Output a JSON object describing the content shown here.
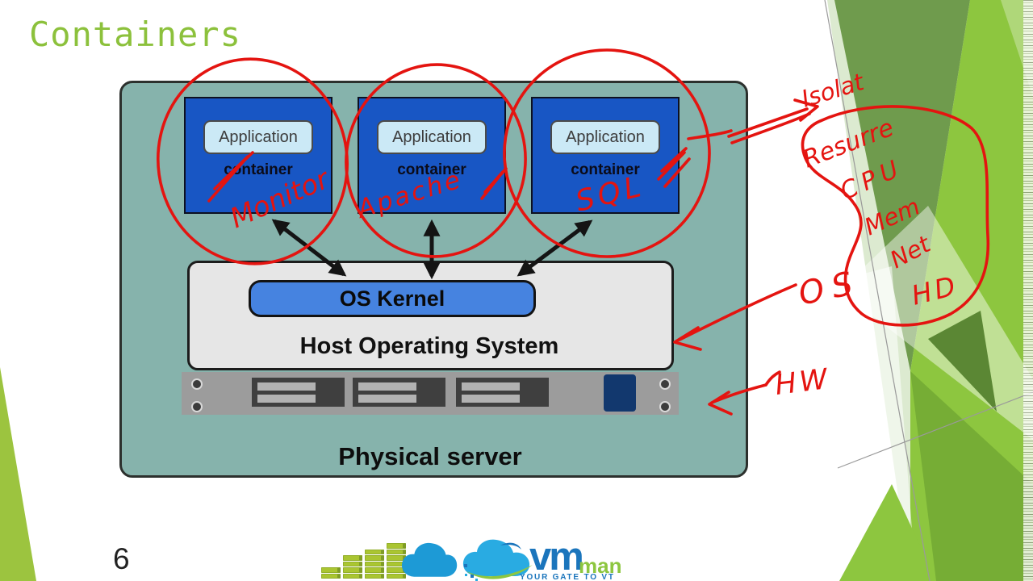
{
  "slide": {
    "title": "Containers",
    "page_number": "6",
    "accent_green": "#8cc13c",
    "annotation_red": "#e41410"
  },
  "diagram": {
    "containers": [
      {
        "app_label": "Application",
        "box_label": "container"
      },
      {
        "app_label": "Application",
        "box_label": "container"
      },
      {
        "app_label": "Application",
        "box_label": "container"
      }
    ],
    "kernel_label": "OS Kernel",
    "host_os_label": "Host Operating System",
    "server_label": "Physical server",
    "colors": {
      "panel_teal": "#86b3ac",
      "container_blue": "#1856c4",
      "app_button_blue": "#cbe9f6",
      "kernel_blue": "#4683e0",
      "host_gray": "#e6e6e6",
      "server_gray": "#9c9c9c",
      "server_navy": "#12386e"
    }
  },
  "annotations": {
    "container_notes": [
      "Monitor",
      "Apache",
      "SQL"
    ],
    "isolation_note": "Isolat",
    "resource_notes": [
      "Resurre",
      "CPU",
      "Mem",
      "Net",
      "HD"
    ],
    "os_note": "OS",
    "hw_note": "HW"
  },
  "logo": {
    "brand_vm": "vm",
    "brand_man": "man",
    "tagline": "YOUR GATE TO VT"
  }
}
